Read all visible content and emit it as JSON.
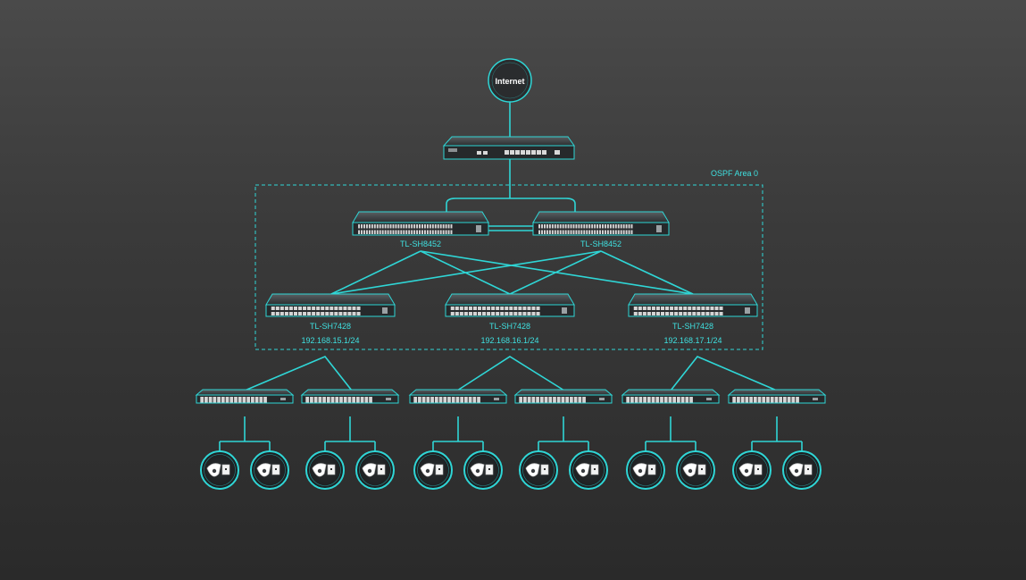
{
  "colors": {
    "accent": "#2fd6d6",
    "label": "#3fe0e0",
    "device_body": "#2e3133",
    "background_top": "#4a4a4a",
    "background_bottom": "#2a2a2a"
  },
  "internet": {
    "label": "Internet"
  },
  "area": {
    "label": "OSPF Area 0"
  },
  "router": {
    "name": "",
    "icon": "router-icon"
  },
  "core": [
    {
      "model": "TL-SH8452"
    },
    {
      "model": "TL-SH8452"
    }
  ],
  "aggregation": [
    {
      "model": "TL-SH7428",
      "subnet": "192.168.15.1/24"
    },
    {
      "model": "TL-SH7428",
      "subnet": "192.168.16.1/24"
    },
    {
      "model": "TL-SH7428",
      "subnet": "192.168.17.1/24"
    }
  ],
  "access_switch_count": 6,
  "endpoint_icon": "surveillance-camera-icon"
}
